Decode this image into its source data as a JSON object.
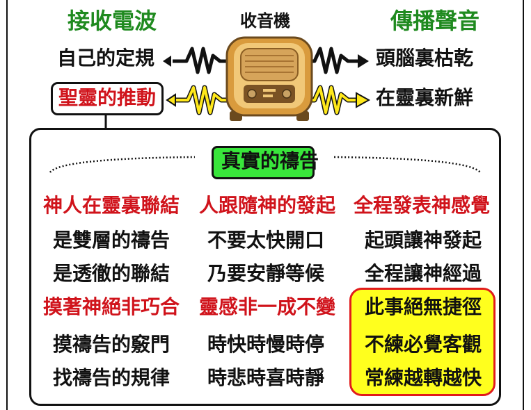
{
  "header": {
    "receive": "接收電波",
    "radio": "收音機",
    "broadcast": "傳播聲音"
  },
  "rows": {
    "left1": "自己的定規",
    "right1": "頭腦裏枯乾",
    "left2": "聖靈的推動",
    "right2": "在靈裏新鮮"
  },
  "panel": {
    "title": "真實的禱告",
    "col1": {
      "heading": "神人在靈裏聯結",
      "line1": "是雙層的禱告",
      "line2": "是透徹的聯結",
      "heading2": "摸著神絕非巧合",
      "line3": "摸禱告的竅門",
      "line4": "找禱告的規律"
    },
    "col2": {
      "heading": "人跟隨神的發起",
      "line1": "不要太快開口",
      "line2": "乃要安靜等候",
      "heading2": "靈感非一成不變",
      "line3": "時快時慢時停",
      "line4": "時悲時喜時靜"
    },
    "col3": {
      "heading": "全程發表神感覺",
      "line1": "起頭讓神發起",
      "line2": "全程讓神經過",
      "box1": "此事絕無捷徑",
      "box2": "不練必覺客觀",
      "box3": "常練越轉越快"
    }
  },
  "colors": {
    "green": "#1f8a1f",
    "red": "#d0131b",
    "highlight_green": "#39e63b",
    "highlight_yellow": "#ffff1e"
  },
  "icons": {
    "radio": "vintage-radio-icon",
    "wave_black": "zigzag-arrow-black",
    "wave_yellow": "zigzag-arrow-yellow"
  }
}
